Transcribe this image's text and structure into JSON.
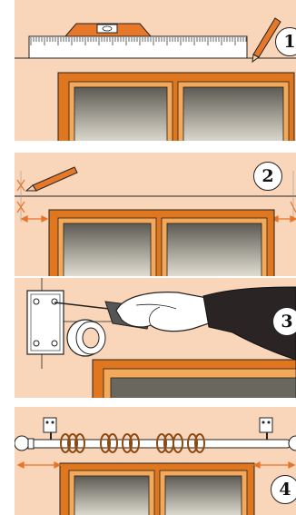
{
  "steps": [
    {
      "number": "1"
    },
    {
      "number": "2"
    },
    {
      "number": "3"
    },
    {
      "number": "4"
    }
  ],
  "colors": {
    "wall": "#f9d6b9",
    "frame": "#e0771f",
    "frame_light": "#f4a859",
    "glass_dark": "#5f5d55",
    "glass_light": "#dcd9cf",
    "ruler": "#ffffff",
    "level": "#e7782a",
    "arrow": "#e8742a",
    "sleeve": "#2a2424",
    "glove": "#ffffff"
  },
  "icons": [
    "spirit-level-icon",
    "ruler-icon",
    "pencil-icon",
    "screwdriver-icon",
    "bracket-icon",
    "tape-roll-icon",
    "curtain-rail-icon",
    "curtain-ring-icon",
    "measure-arrow-icon"
  ]
}
